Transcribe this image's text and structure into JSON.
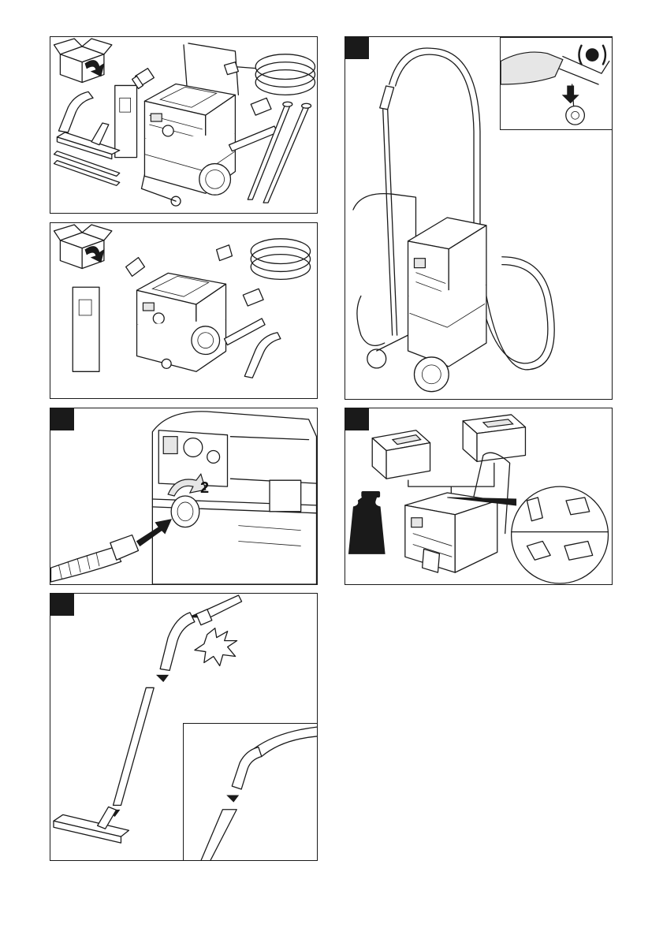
{
  "panels": [
    {
      "id": "scope-delivery-variant-a",
      "badge": ""
    },
    {
      "id": "scope-delivery-variant-b",
      "badge": ""
    },
    {
      "id": "step-hose-connect",
      "badge": "",
      "rotation_label": "2"
    },
    {
      "id": "step-wheel-brake",
      "badge": ""
    },
    {
      "id": "step-accessory-assembly",
      "badge": ""
    },
    {
      "id": "step-storage-boxes",
      "badge": ""
    }
  ],
  "colors": {
    "line": "#1a1a1a",
    "background": "#ffffff",
    "badge": "#1a1a1a"
  },
  "icons": [
    "unboxing-icon",
    "brake-lock-icon",
    "weight-icon",
    "snap-click-icon"
  ]
}
